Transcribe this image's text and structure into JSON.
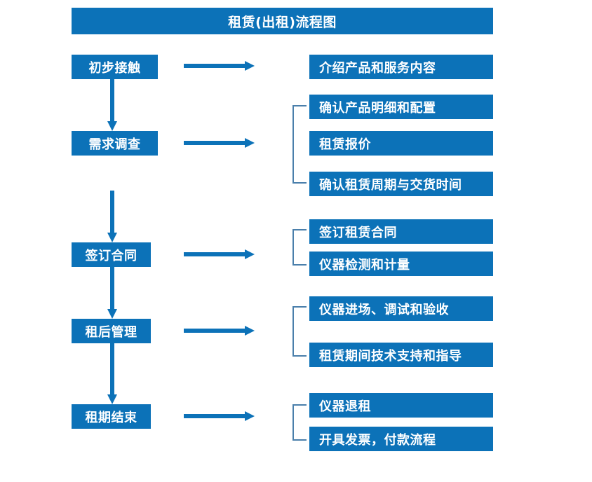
{
  "diagram": {
    "title": "租赁(出租)流程图",
    "accent_color": "#0c72b8",
    "bracket_color": "#4a7fab",
    "text_color": "#ffffff",
    "background_color": "#ffffff",
    "type": "flowchart"
  },
  "stages": [
    {
      "label": "初步接触"
    },
    {
      "label": "需求调查"
    },
    {
      "label": "签订合同"
    },
    {
      "label": "租后管理"
    },
    {
      "label": "租期结束"
    }
  ],
  "details": [
    {
      "label": "介绍产品和服务内容"
    },
    {
      "label": "确认产品明细和配置"
    },
    {
      "label": "租赁报价"
    },
    {
      "label": "确认租赁周期与交货时间"
    },
    {
      "label": "签订租赁合同"
    },
    {
      "label": "仪器检测和计量"
    },
    {
      "label": "仪器进场、调试和验收"
    },
    {
      "label": "租赁期间技术支持和指导"
    },
    {
      "label": "仪器退租"
    },
    {
      "label": "开具发票，付款流程"
    }
  ],
  "connectors": {
    "horizontal_arrow_count": 5,
    "vertical_arrow_count": 4,
    "bracket_count": 4
  }
}
